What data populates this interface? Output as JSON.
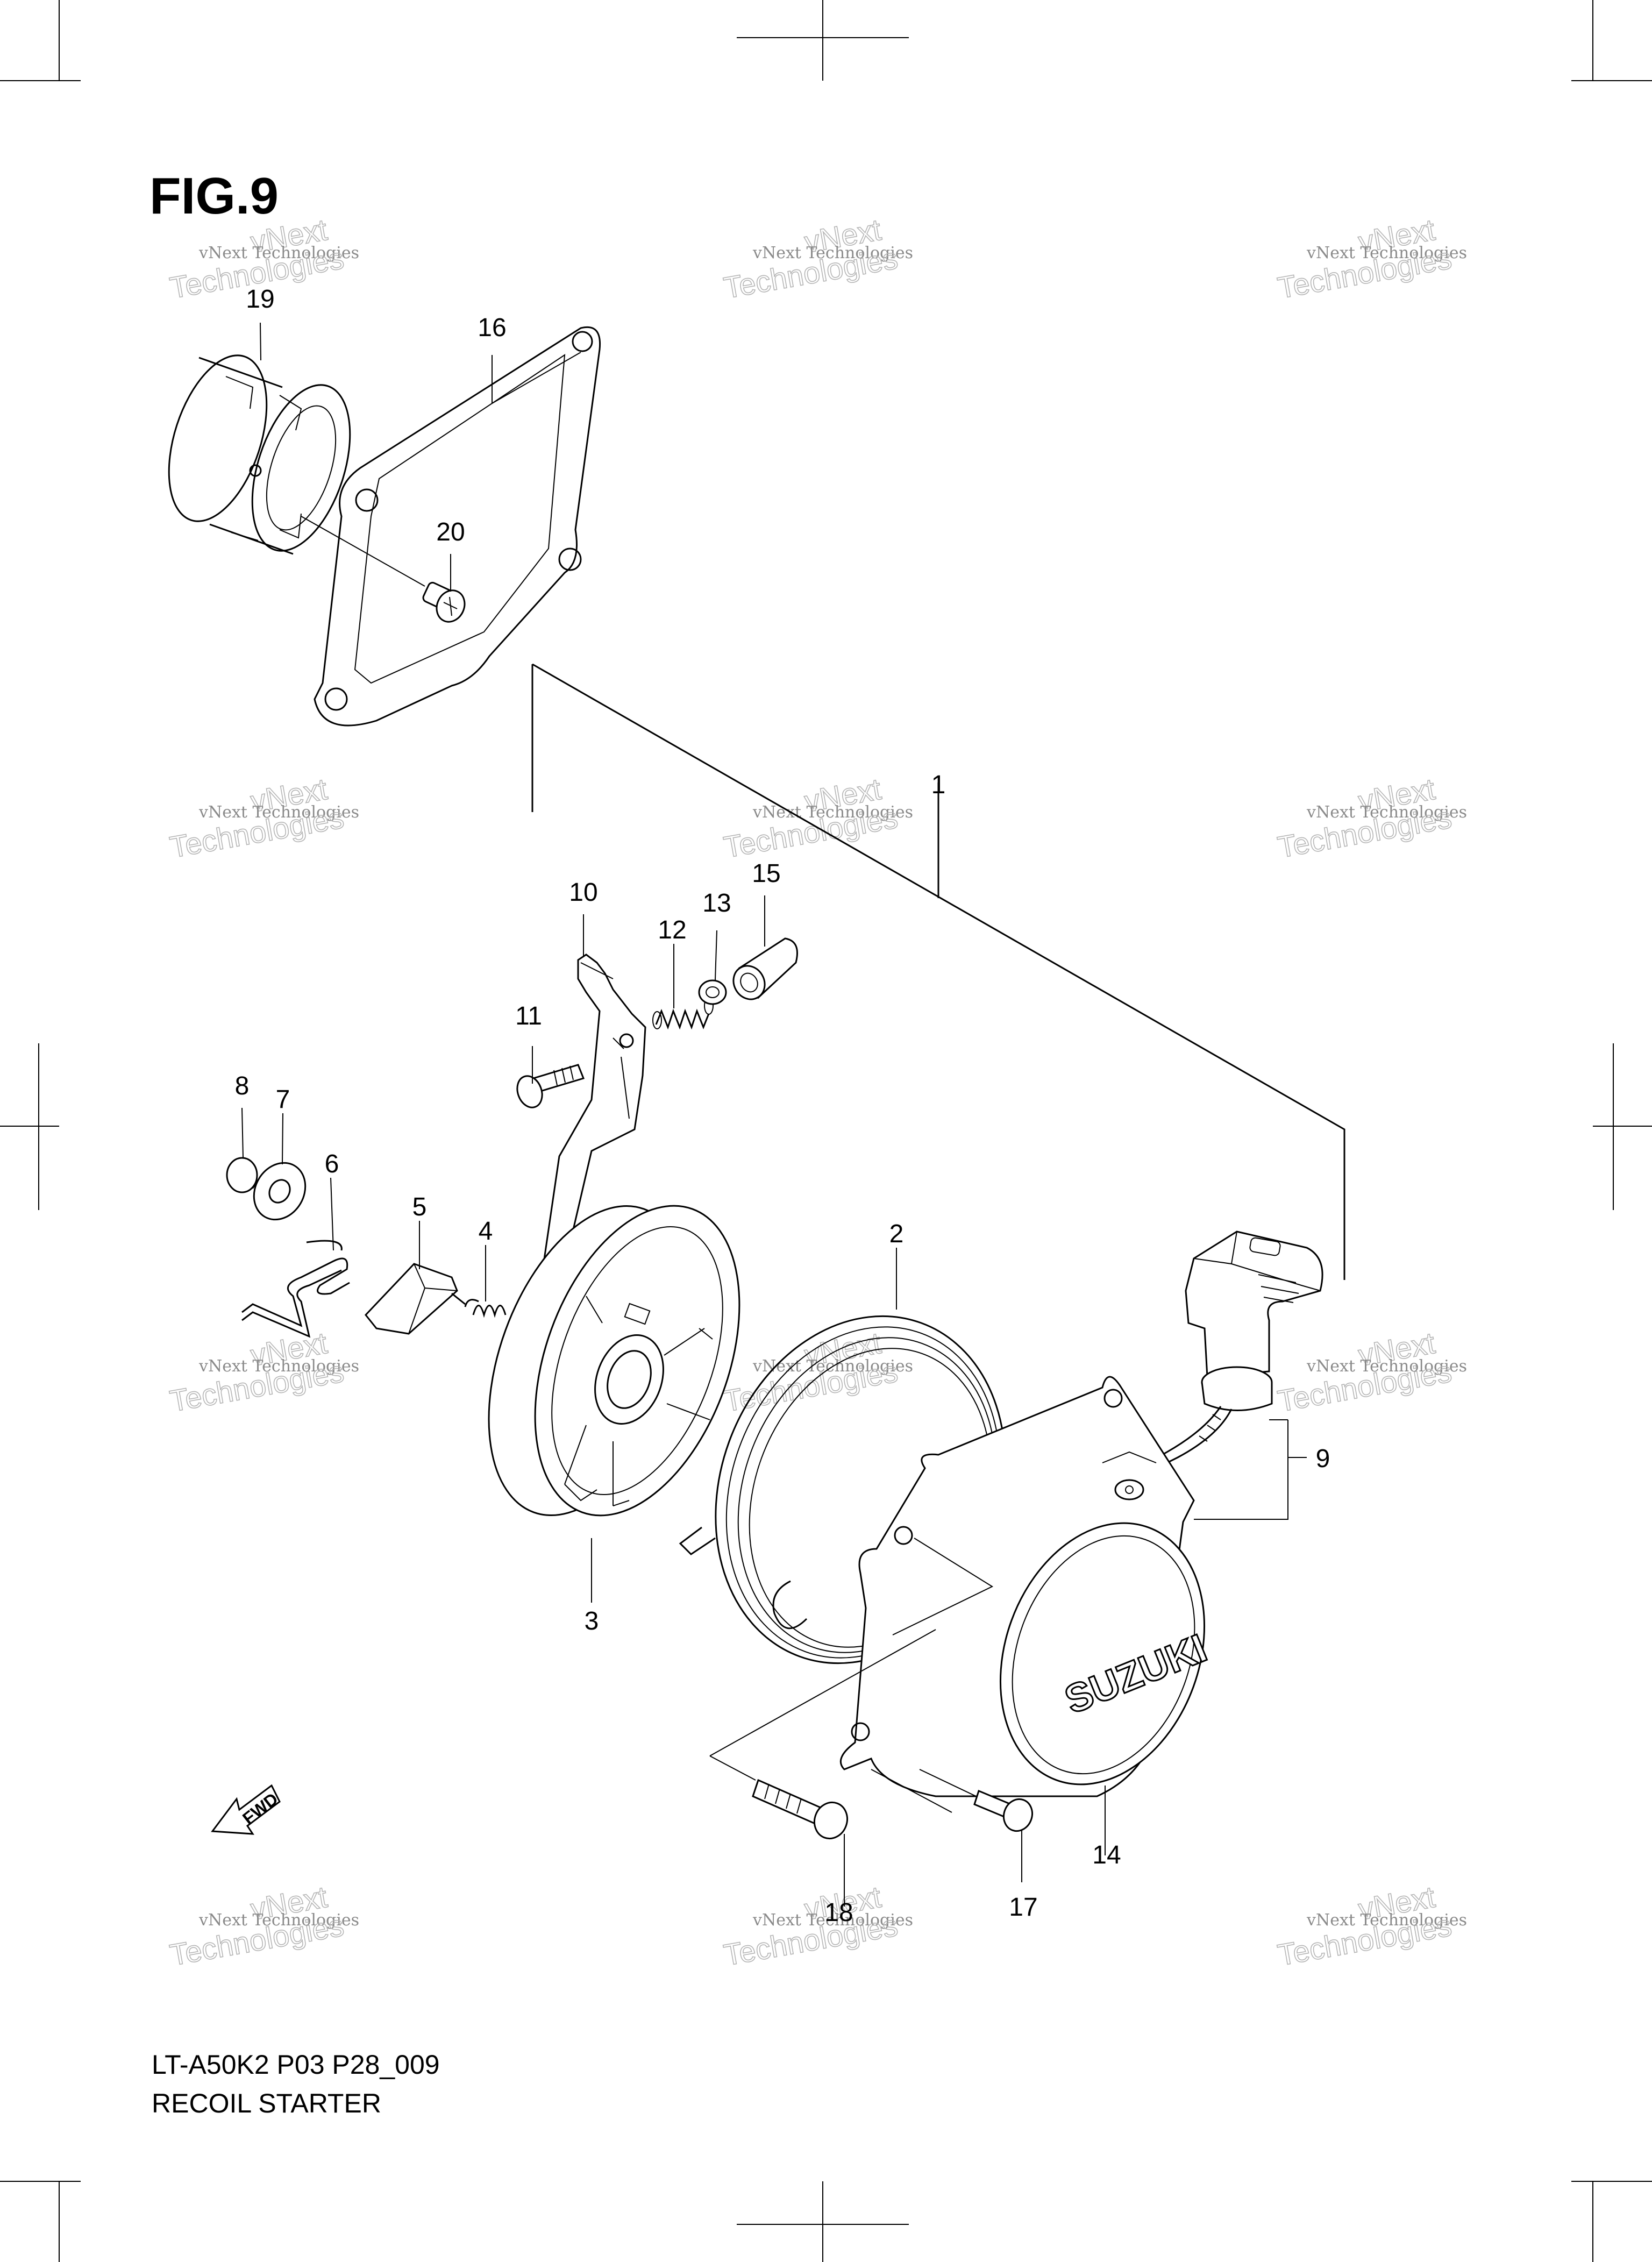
{
  "figure": {
    "title": "FIG.9"
  },
  "footer": {
    "model_code": "LT-A50K2 P03 P28_009",
    "section_name": "RECOIL STARTER"
  },
  "watermark": {
    "line1": "vNext Technologies",
    "line2": "vNext",
    "line3": "Technologies"
  },
  "cover_logo": "SUZUKI",
  "direction_arrow": "FWD",
  "callouts": {
    "c1": "1",
    "c2": "2",
    "c3": "3",
    "c4": "4",
    "c5": "5",
    "c6": "6",
    "c7": "7",
    "c8": "8",
    "c9": "9",
    "c10": "10",
    "c11": "11",
    "c12": "12",
    "c13": "13",
    "c14": "14",
    "c15": "15",
    "c16": "16",
    "c17": "17",
    "c18": "18",
    "c19": "19",
    "c20": "20"
  },
  "colors": {
    "line": "#000000",
    "watermark": "#9a9a9a",
    "background": "#ffffff"
  }
}
